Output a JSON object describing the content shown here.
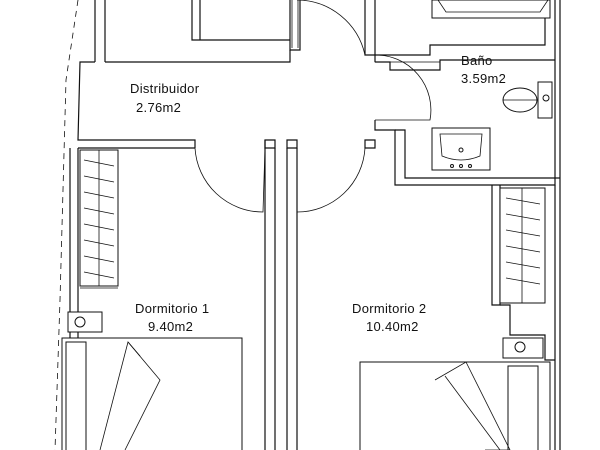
{
  "rooms": [
    {
      "id": "distribuidor",
      "name": "Distribuidor",
      "area": "2.76m2"
    },
    {
      "id": "bano",
      "name": "Baño",
      "area": "3.59m2"
    },
    {
      "id": "dormitorio1",
      "name": "Dormitorio  1",
      "area": "9.40m2"
    },
    {
      "id": "dormitorio2",
      "name": "Dormitorio  2",
      "area": "10.40m2"
    }
  ],
  "icons": [
    "toilet-icon",
    "washbasin-icon",
    "bathtub-icon",
    "bed-icon",
    "wardrobe-icon",
    "nightstand-icon",
    "door-swing-icon",
    "stairs-icon"
  ]
}
